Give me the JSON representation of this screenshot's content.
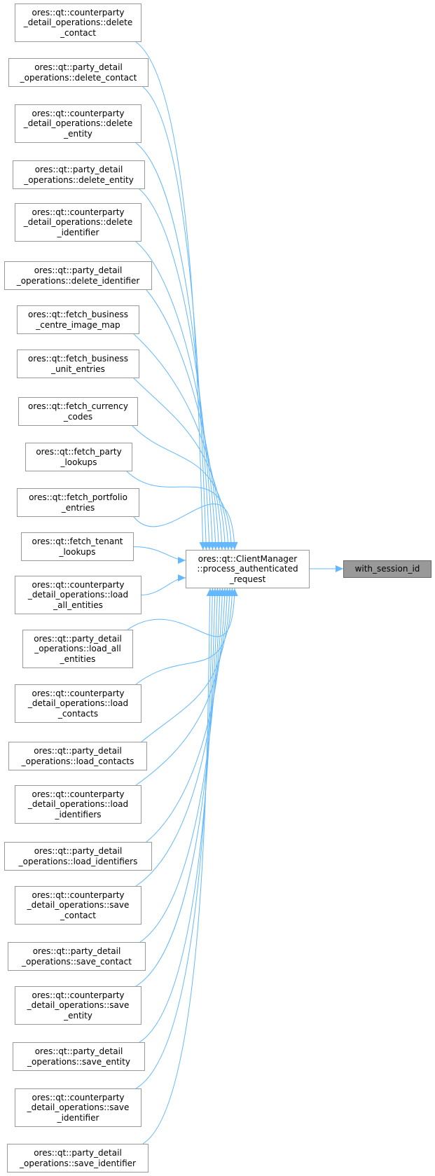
{
  "graph_title": "",
  "colors": {
    "edge": "#63b8ff",
    "node_border": "#999999",
    "highlight_fill": "#999999"
  },
  "center": {
    "lines": [
      "ores::qt::ClientManager",
      "::process_authenticated",
      "_request"
    ]
  },
  "target": {
    "lines": [
      "with_session_id"
    ]
  },
  "callers": [
    {
      "lines": [
        "ores::qt::counterparty",
        "_detail_operations::delete",
        "_contact"
      ]
    },
    {
      "lines": [
        "ores::qt::party_detail",
        "_operations::delete_contact"
      ]
    },
    {
      "lines": [
        "ores::qt::counterparty",
        "_detail_operations::delete",
        "_entity"
      ]
    },
    {
      "lines": [
        "ores::qt::party_detail",
        "_operations::delete_entity"
      ]
    },
    {
      "lines": [
        "ores::qt::counterparty",
        "_detail_operations::delete",
        "_identifier"
      ]
    },
    {
      "lines": [
        "ores::qt::party_detail",
        "_operations::delete_identifier"
      ]
    },
    {
      "lines": [
        "ores::qt::fetch_business",
        "_centre_image_map"
      ]
    },
    {
      "lines": [
        "ores::qt::fetch_business",
        "_unit_entries"
      ]
    },
    {
      "lines": [
        "ores::qt::fetch_currency",
        "_codes"
      ]
    },
    {
      "lines": [
        "ores::qt::fetch_party",
        "_lookups"
      ]
    },
    {
      "lines": [
        "ores::qt::fetch_portfolio",
        "_entries"
      ]
    },
    {
      "lines": [
        "ores::qt::fetch_tenant",
        "_lookups"
      ]
    },
    {
      "lines": [
        "ores::qt::counterparty",
        "_detail_operations::load",
        "_all_entities"
      ]
    },
    {
      "lines": [
        "ores::qt::party_detail",
        "_operations::load_all",
        "_entities"
      ]
    },
    {
      "lines": [
        "ores::qt::counterparty",
        "_detail_operations::load",
        "_contacts"
      ]
    },
    {
      "lines": [
        "ores::qt::party_detail",
        "_operations::load_contacts"
      ]
    },
    {
      "lines": [
        "ores::qt::counterparty",
        "_detail_operations::load",
        "_identifiers"
      ]
    },
    {
      "lines": [
        "ores::qt::party_detail",
        "_operations::load_identifiers"
      ]
    },
    {
      "lines": [
        "ores::qt::counterparty",
        "_detail_operations::save",
        "_contact"
      ]
    },
    {
      "lines": [
        "ores::qt::party_detail",
        "_operations::save_contact"
      ]
    },
    {
      "lines": [
        "ores::qt::counterparty",
        "_detail_operations::save",
        "_entity"
      ]
    },
    {
      "lines": [
        "ores::qt::party_detail",
        "_operations::save_entity"
      ]
    },
    {
      "lines": [
        "ores::qt::counterparty",
        "_detail_operations::save",
        "_identifier"
      ]
    },
    {
      "lines": [
        "ores::qt::party_detail",
        "_operations::save_identifier"
      ]
    }
  ]
}
